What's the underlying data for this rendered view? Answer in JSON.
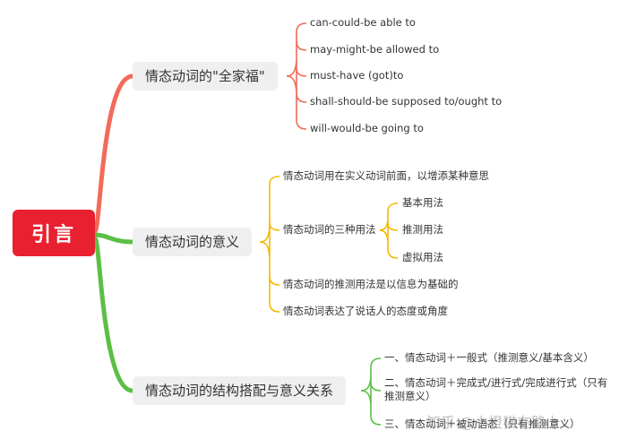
{
  "root": {
    "label": "引言"
  },
  "branches": [
    {
      "label": "情态动词的\"全家福\"",
      "color": "#f26b5a",
      "children": [
        "can-could-be able to",
        "may-might-be allowed to",
        "must-have (got)to",
        "shall-should-be supposed to/ought to",
        "will-would-be going to"
      ]
    },
    {
      "label": "情态动词的意义",
      "color": "#f5b800",
      "children": [
        "情态动词用在实义动词前面，以增添某种意思",
        "情态动词的三种用法",
        "情态动词的推测用法是以信息为基础的",
        "情态动词表达了说话人的态度或角度"
      ],
      "sub": [
        "基本用法",
        "推测用法",
        "虚拟用法"
      ]
    },
    {
      "label": "情态动词的结构搭配与意义关系",
      "color": "#5cbf45",
      "children": [
        "一、情态动词＋一般式（推测意义/基本含义）",
        "二、情态动词＋完成式/进行式/完成进行式（只有推测意义）",
        "三、情态动词＋被动语态（只有推测意义）"
      ]
    }
  ],
  "watermark": "知乎 @小橙猫在路上"
}
